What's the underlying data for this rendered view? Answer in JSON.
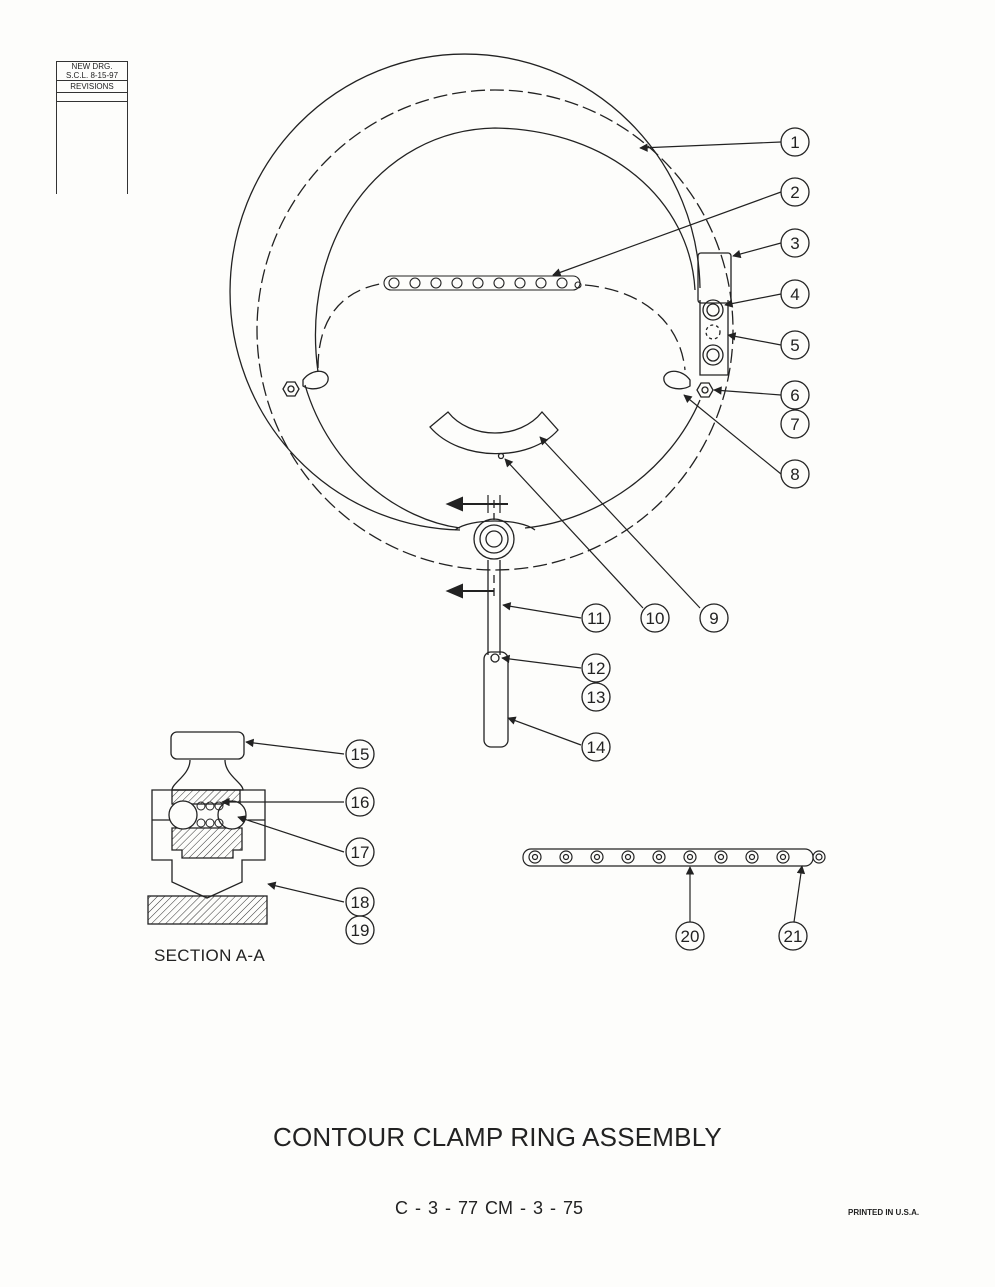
{
  "revision_block": {
    "line1": "NEW DRG.",
    "line2": "S.C.L. 8-15-97",
    "header": "REVISIONS"
  },
  "section_label": "SECTION A-A",
  "title": "CONTOUR CLAMP RING ASSEMBLY",
  "codes": "C - 3 - 77   CM - 3 - 75",
  "printed": "PRINTED IN U.S.A.",
  "balloons": [
    "1",
    "2",
    "3",
    "4",
    "5",
    "6",
    "7",
    "8",
    "9",
    "10",
    "11",
    "12",
    "13",
    "14",
    "15",
    "16",
    "17",
    "18",
    "19",
    "20",
    "21"
  ]
}
